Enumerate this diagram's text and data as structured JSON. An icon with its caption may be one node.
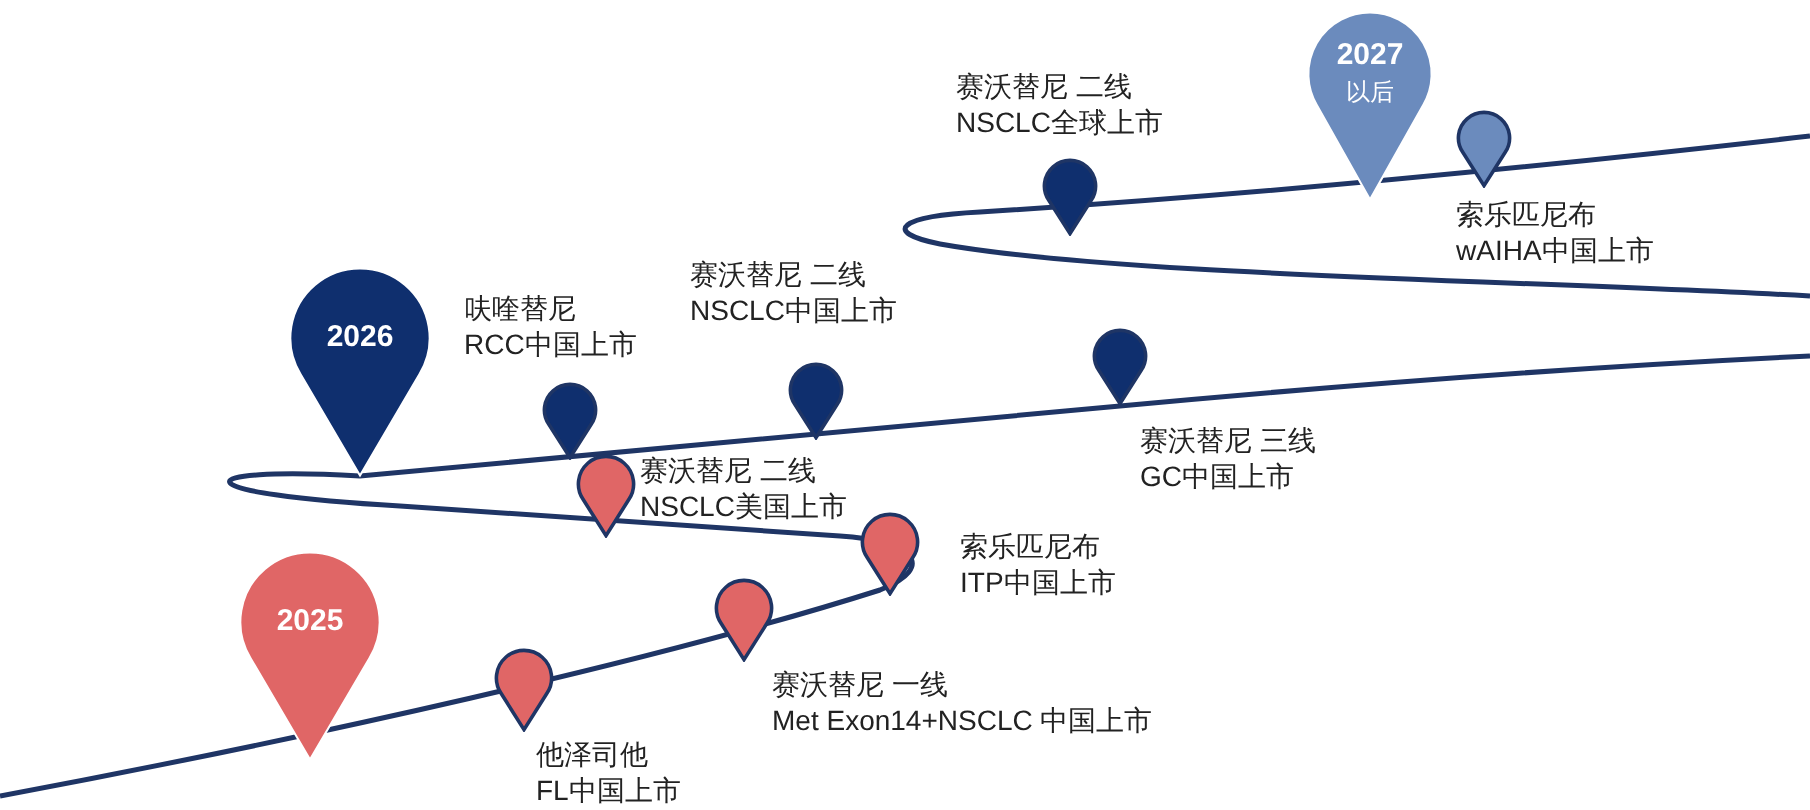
{
  "diagram": {
    "nodes": [
      {
        "text": [
          "2025"
        ]
      },
      {
        "text": [],
        "shape": "pin",
        "beside": [
          "他泽司他",
          "FL中国上市"
        ]
      },
      {
        "text": [],
        "shape": "pin",
        "beside": [
          "赛沃替尼 一线",
          "Met Exon14+NSCLC 中国上市"
        ]
      },
      {
        "text": [],
        "shape": "pin",
        "beside": [
          "索乐匹尼布",
          "ITP中国上市"
        ]
      },
      {
        "text": [],
        "shape": "pin",
        "beside": [
          "赛沃替尼 二线",
          "NSCLC美国上市"
        ]
      },
      {
        "text": [
          "2026"
        ]
      },
      {
        "text": [],
        "shape": "pin",
        "beside": [
          "呋喹替尼",
          "RCC中国上市"
        ]
      },
      {
        "text": [],
        "shape": "pin",
        "beside": [
          "赛沃替尼 二线",
          "NSCLC中国上市"
        ]
      },
      {
        "text": [],
        "shape": "pin",
        "beside": [
          "赛沃替尼 三线",
          "GC中国上市"
        ]
      },
      {
        "text": [],
        "shape": "pin",
        "beside": [
          "赛沃替尼 二线",
          "NSCLC全球上市"
        ]
      },
      {
        "text": [
          "2027",
          "以后"
        ]
      },
      {
        "text": [],
        "shape": "pin",
        "beside": [
          "索乐匹尼布",
          "wAIHA中国上市"
        ]
      }
    ]
  }
}
